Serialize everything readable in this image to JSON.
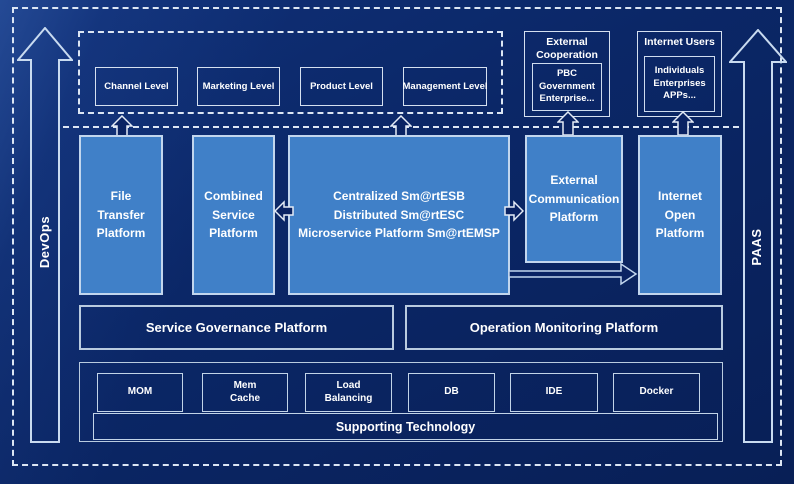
{
  "colors": {
    "background_navy": "#0b2767",
    "platform_blue": "#4080c8",
    "border_light": "#c2d6ee",
    "dashed_white": "#dce6f4",
    "text": "#ffffff"
  },
  "side_rails": {
    "left_label": "DevOps",
    "right_label": "PAAS"
  },
  "levels": {
    "items": [
      "Channel Level",
      "Marketing Level",
      "Product Level",
      "Management Level"
    ]
  },
  "external_cooperation": {
    "title": "External\nCooperation",
    "inner": "PBC Government\nEnterprise..."
  },
  "internet_users": {
    "title": "Internet Users",
    "inner": "Individuals\nEnterprises\nAPPs..."
  },
  "platforms": {
    "file_transfer": "File\nTransfer\nPlatform",
    "combined_service": "Combined\nService\nPlatform",
    "central": "Centralized Sm@rtESB\nDistributed Sm@rtESC\nMicroservice Platform Sm@rtEMSP",
    "external_communication": "External\nCommunication\nPlatform",
    "internet_open": "Internet\nOpen\nPlatform"
  },
  "governance_label": "Service Governance Platform",
  "monitoring_label": "Operation Monitoring Platform",
  "supporting": {
    "chips": [
      "MOM",
      "Mem\nCache",
      "Load\nBalancing",
      "DB",
      "IDE",
      "Docker"
    ],
    "banner": "Supporting Technology"
  }
}
